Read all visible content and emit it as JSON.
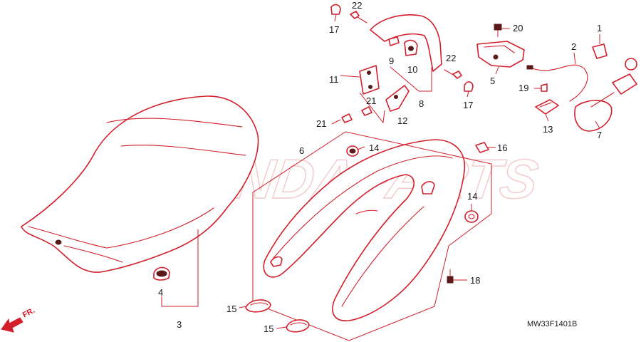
{
  "watermark": "XHONDAPARTS",
  "diagram_code": "MW33F1401B",
  "direction_label": "FR.",
  "callouts": [
    "1",
    "2",
    "3",
    "4",
    "5",
    "6",
    "7",
    "8",
    "9",
    "10",
    "11",
    "12",
    "13",
    "14",
    "14",
    "15",
    "15",
    "16",
    "17",
    "17",
    "18",
    "19",
    "20",
    "21",
    "21",
    "22",
    "22"
  ],
  "colors": {
    "line": "#d21f2b",
    "text": "#1a1a1a",
    "watermark": "#f2c8cb"
  }
}
